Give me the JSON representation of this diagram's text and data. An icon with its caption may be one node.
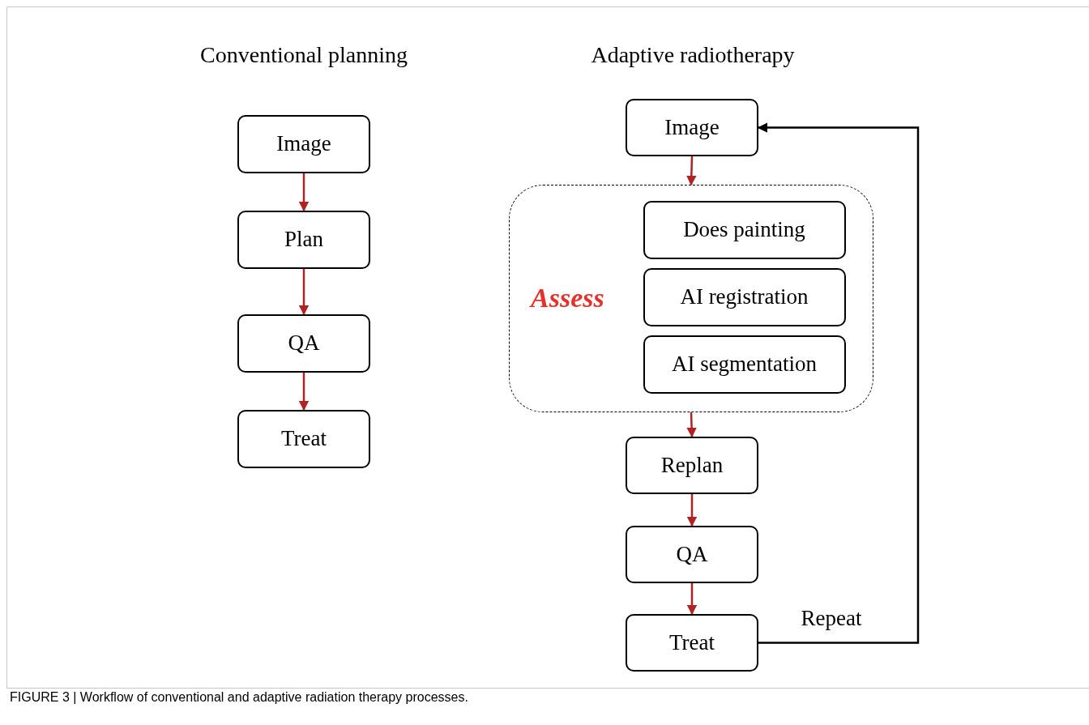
{
  "diagram": {
    "caption": "FIGURE 3 | Workflow of conventional and adaptive radiation therapy processes.",
    "nodes": [
      {
        "text": [
          "Image"
        ]
      },
      {
        "text": [
          "Plan"
        ]
      },
      {
        "text": [
          "QA"
        ]
      },
      {
        "text": [
          "Treat"
        ]
      },
      {
        "text": [
          "Image"
        ]
      },
      {
        "text": [
          "Assess"
        ]
      },
      {
        "text": [
          "Does painting"
        ],
        "in": 5
      },
      {
        "text": [
          "AI registration"
        ],
        "in": 5
      },
      {
        "text": [
          "AI segmentation"
        ],
        "in": 5
      },
      {
        "text": [
          "Replan"
        ]
      },
      {
        "text": [
          "QA"
        ]
      },
      {
        "text": [
          "Treat"
        ]
      }
    ],
    "edges": [
      {
        "from": 0,
        "to": 1,
        "arrow": "to"
      },
      {
        "from": 1,
        "to": 2,
        "arrow": "to"
      },
      {
        "from": 2,
        "to": 3,
        "arrow": "to"
      },
      {
        "from": 4,
        "to": 5,
        "arrow": "to"
      },
      {
        "from": 5,
        "to": 9,
        "arrow": "to"
      },
      {
        "from": 9,
        "to": 10,
        "arrow": "to"
      },
      {
        "from": 10,
        "to": 11,
        "arrow": "to"
      },
      {
        "from": 11,
        "to": 4,
        "arrow": "to",
        "label": "Repeat",
        "color": "#000000"
      }
    ],
    "labels": [
      "Conventional planning",
      "Adaptive radiotherapy"
    ]
  }
}
